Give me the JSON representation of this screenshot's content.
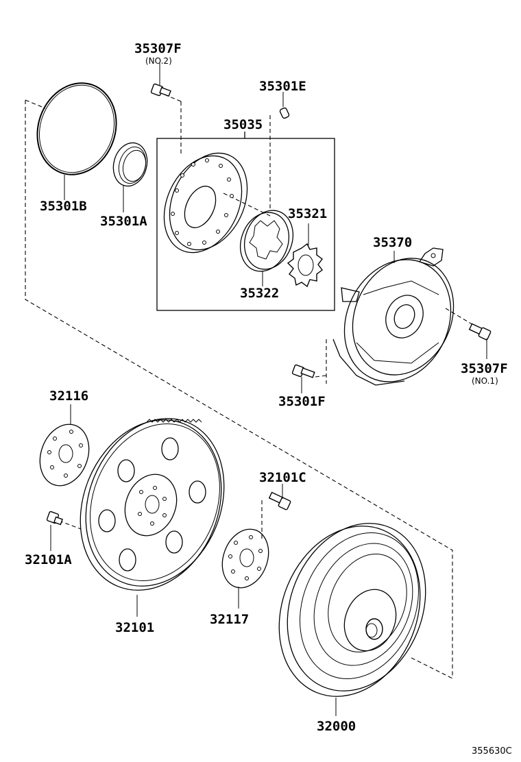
{
  "labels": {
    "p35307F_no2": "35307F",
    "p35307F_no2_sub": "(NO.2)",
    "p35301E": "35301E",
    "p35035": "35035",
    "p35301B": "35301B",
    "p35301A": "35301A",
    "p35321": "35321",
    "p35322": "35322",
    "p35370": "35370",
    "p35307F_no1": "35307F",
    "p35307F_no1_sub": "(NO.1)",
    "p35301F": "35301F",
    "p32116": "32116",
    "p32101C": "32101C",
    "p32101A": "32101A",
    "p32101": "32101",
    "p32117": "32117",
    "p32000": "32000",
    "figure_ref": "355630C"
  },
  "icons": [
    "o-ring",
    "oil-seal",
    "pump-body",
    "driven-gear",
    "drive-gear",
    "stator-shaft",
    "bolt",
    "pin",
    "drive-plate",
    "spacer",
    "torque-converter"
  ]
}
